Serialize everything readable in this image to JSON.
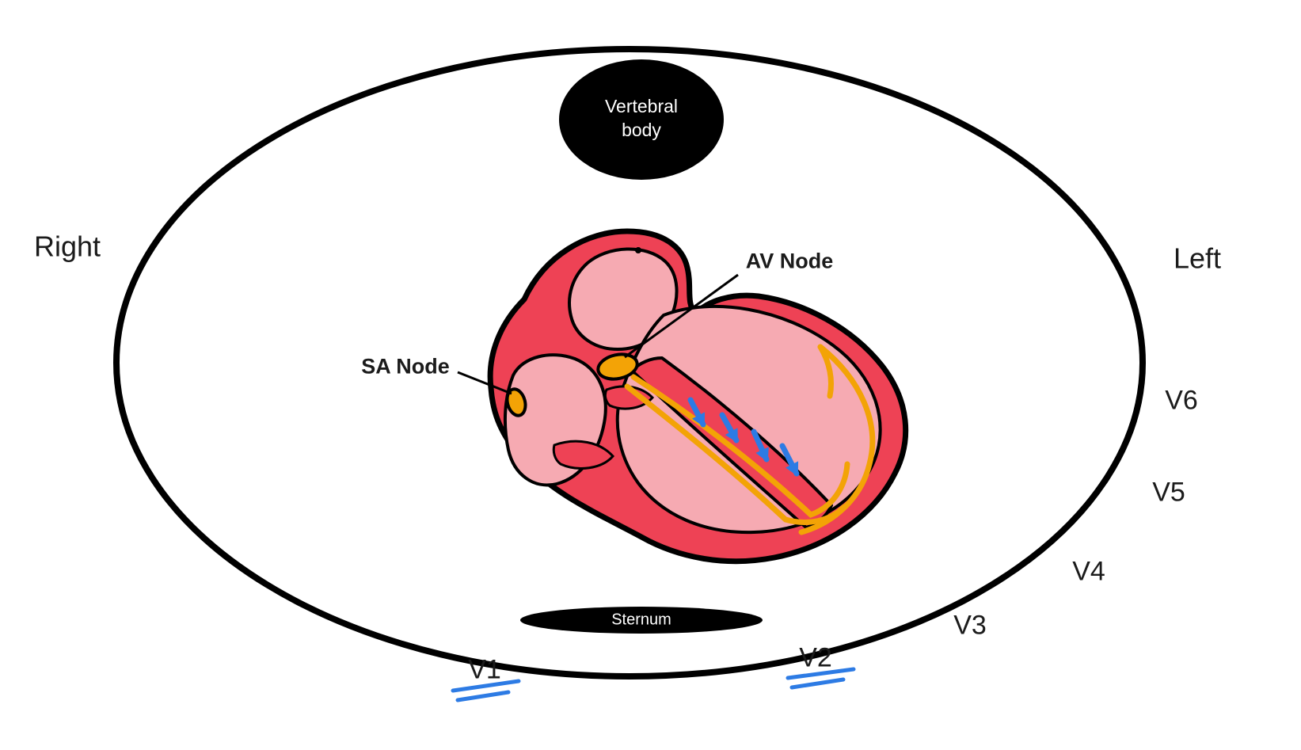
{
  "diagram": {
    "orientation_labels": {
      "right": "Right",
      "left": "Left"
    },
    "structures": {
      "vertebral_body_line1": "Vertebral",
      "vertebral_body_line2": "body",
      "sternum": "Sternum",
      "sa_node": "SA Node",
      "av_node": "AV Node"
    },
    "lead_labels": {
      "v1": "V1",
      "v2": "V2",
      "v3": "V3",
      "v4": "V4",
      "v5": "V5",
      "v6": "V6"
    },
    "colors": {
      "background": "#ffffff",
      "outline": "#000000",
      "heart_red": "#ee4255",
      "heart_pink": "#f6aab2",
      "conduction_orange": "#f3a306",
      "arrow_blue": "#2d7be4",
      "label_text": "#1b1b1b"
    }
  }
}
